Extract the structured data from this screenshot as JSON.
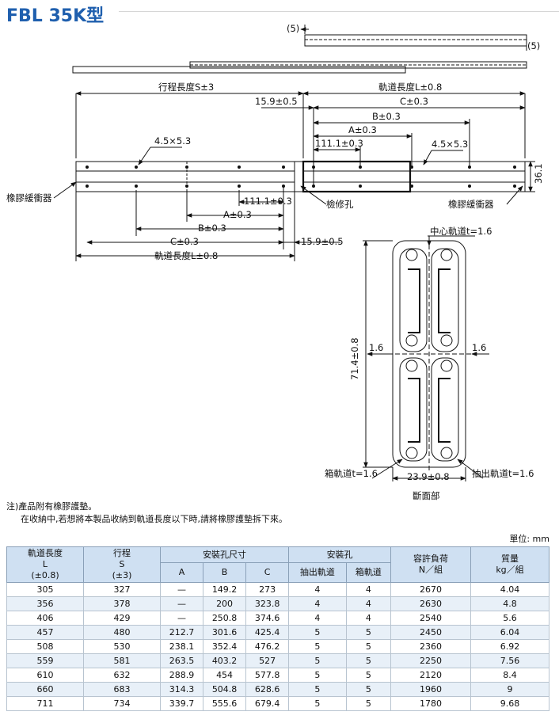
{
  "title": "FBL 35K型",
  "drawing": {
    "top_5_left": "(5)",
    "top_5_right": "(5)",
    "stroke_label": "行程長度S±3",
    "rail_length_top": "軌道長度L±0.8",
    "dim_15_9_top": "15.9±0.5",
    "c_top": "C±0.3",
    "b_top": "B±0.3",
    "a_top": "A±0.3",
    "d111_top": "111.1±0.3",
    "hole_left": "4.5×5.3",
    "hole_right": "4.5×5.3",
    "height_36": "36.1",
    "bumper_left": "橡膠緩衝器",
    "bumper_right": "橡膠緩衝器",
    "inspect_hole": "檢修孔",
    "d111_bottom": "111.1±0.3",
    "a_bottom": "A±0.3",
    "b_bottom": "B±0.3",
    "c_bottom": "C±0.3",
    "dim_15_9_bottom": "15.9±0.5",
    "rail_length_bottom": "軌道長度L±0.8",
    "center_rail": "中心軌道t=1.6",
    "height_71": "71.4±0.8",
    "t_left": "1.6",
    "t_right": "1.6",
    "box_rail": "箱軌道t=1.6",
    "width_23": "23.9±0.8",
    "pull_rail": "抽出軌道t=1.6",
    "section": "斷面部"
  },
  "notes": {
    "line1": "注)產品附有橡膠護墊。",
    "line2": "在收納中,若想將本製品收納到軌道長度以下時,請將橡膠護墊拆下來。"
  },
  "unit": "單位: mm",
  "table": {
    "h_rail": "軌道長度",
    "h_rail_sym": "L",
    "h_rail_tol": "(±0.8)",
    "h_stroke": "行程",
    "h_stroke_sym": "S",
    "h_stroke_tol": "(±3)",
    "h_mount": "安裝孔尺寸",
    "h_a": "A",
    "h_b": "B",
    "h_c": "C",
    "h_holes": "安裝孔",
    "h_pull": "抽出軌道",
    "h_box": "箱軌道",
    "h_load": "容許負荷",
    "h_load_unit": "N／組",
    "h_mass": "質量",
    "h_mass_unit": "kg／組",
    "rows": [
      [
        "305",
        "327",
        "—",
        "149.2",
        "273",
        "4",
        "4",
        "2670",
        "4.04"
      ],
      [
        "356",
        "378",
        "—",
        "200",
        "323.8",
        "4",
        "4",
        "2630",
        "4.8"
      ],
      [
        "406",
        "429",
        "—",
        "250.8",
        "374.6",
        "4",
        "4",
        "2540",
        "5.6"
      ],
      [
        "457",
        "480",
        "212.7",
        "301.6",
        "425.4",
        "5",
        "5",
        "2450",
        "6.04"
      ],
      [
        "508",
        "530",
        "238.1",
        "352.4",
        "476.2",
        "5",
        "5",
        "2360",
        "6.92"
      ],
      [
        "559",
        "581",
        "263.5",
        "403.2",
        "527",
        "5",
        "5",
        "2250",
        "7.56"
      ],
      [
        "610",
        "632",
        "288.9",
        "454",
        "577.8",
        "5",
        "5",
        "2120",
        "8.4"
      ],
      [
        "660",
        "683",
        "314.3",
        "504.8",
        "628.6",
        "5",
        "5",
        "1960",
        "9"
      ],
      [
        "711",
        "734",
        "339.7",
        "555.6",
        "679.4",
        "5",
        "5",
        "1780",
        "9.68"
      ]
    ]
  },
  "colors": {
    "title": "#1f5fae",
    "header_bg": "#cfe0f2",
    "alt_row": "#e8f0f8"
  }
}
